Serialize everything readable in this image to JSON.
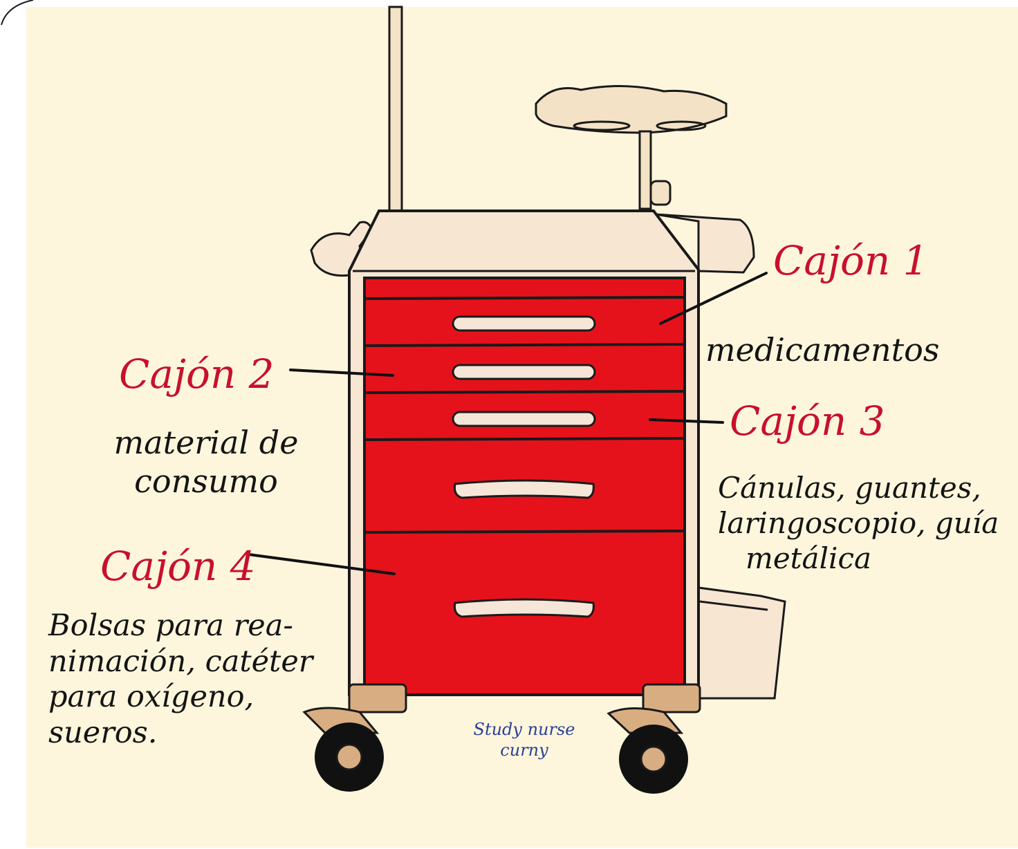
{
  "drawer_1": {
    "title": "Cajón 1",
    "description": [
      "medicamentos"
    ]
  },
  "drawer_2": {
    "title": "Cajón 2",
    "description": [
      "material de",
      "consumo"
    ]
  },
  "drawer_3": {
    "title": "Cajón 3",
    "description": [
      "Cánulas, guantes,",
      "laringoscopio, guía",
      "metálica"
    ]
  },
  "drawer_4": {
    "title": "Cajón 4",
    "description": [
      "Bolsas para rea-",
      "nimación, catéter",
      "para oxígeno,",
      "sueros."
    ]
  },
  "watermark": [
    "Study nurse",
    "curny"
  ],
  "colors": {
    "background": "#fdf6dc",
    "drawer_red": "#e5121c",
    "title_red": "#c8102e",
    "outline": "#1a1a1a",
    "frame": "#f6e6d2",
    "wheel_mount": "#d9ad82"
  }
}
